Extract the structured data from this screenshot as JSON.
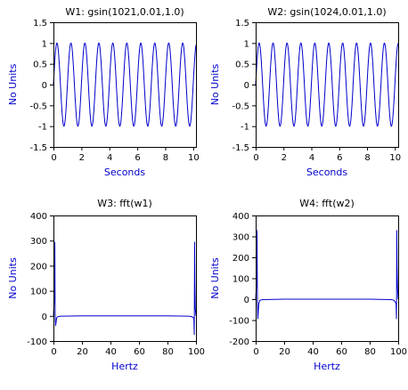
{
  "colors": {
    "series": "#0000cc",
    "axis_label": "#0000cc",
    "frame": "#000000",
    "background": "#ffffff"
  },
  "chart_data": [
    {
      "type": "line",
      "title": "W1: gsin(1021,0.01,1.0)",
      "xlabel": "Seconds",
      "ylabel": "No Units",
      "xlim": [
        0,
        10.2
      ],
      "ylim": [
        -1.5,
        1.5
      ],
      "xticks": [
        "0",
        "2",
        "4",
        "6",
        "8",
        "10"
      ],
      "yticks": [
        "-1.5",
        "-1",
        "-0.5",
        "0",
        "0.5",
        "1",
        "1.5"
      ],
      "grid": false,
      "series": [
        {
          "function": "sine",
          "samples": 1021,
          "dx": 0.01,
          "frequency": 1.0,
          "amplitude": 1.0
        }
      ]
    },
    {
      "type": "line",
      "title": "W2: gsin(1024,0.01,1.0)",
      "xlabel": "Seconds",
      "ylabel": "No Units",
      "xlim": [
        0,
        10.24
      ],
      "ylim": [
        -1.5,
        1.5
      ],
      "xticks": [
        "0",
        "2",
        "4",
        "6",
        "8",
        "10"
      ],
      "yticks": [
        "-1.5",
        "-1",
        "-0.5",
        "0",
        "0.5",
        "1",
        "1.5"
      ],
      "grid": false,
      "series": [
        {
          "function": "sine",
          "samples": 1024,
          "dx": 0.01,
          "frequency": 1.0,
          "amplitude": 1.0
        }
      ]
    },
    {
      "type": "line",
      "title": "W3: fft(w1)",
      "xlabel": "Hertz",
      "ylabel": "No Units",
      "xlim": [
        0,
        100
      ],
      "ylim": [
        -100,
        400
      ],
      "xticks": [
        "0",
        "20",
        "40",
        "60",
        "80",
        "100"
      ],
      "yticks": [
        "-100",
        "0",
        "100",
        "200",
        "300",
        "400"
      ],
      "grid": false,
      "series": [
        {
          "x": [
            0,
            0.5,
            0.8,
            0.98,
            1.2,
            1.5,
            2.2,
            3,
            5,
            20,
            40,
            60,
            80,
            95,
            97,
            98.5,
            98.8,
            99.02,
            99.2,
            99.5,
            100
          ],
          "y": [
            2,
            60,
            155,
            295,
            10,
            -40,
            -8,
            -3,
            -1,
            0,
            0,
            0,
            0,
            -1,
            -3,
            -8,
            -75,
            295,
            140,
            30,
            0
          ]
        }
      ]
    },
    {
      "type": "line",
      "title": "W4: fft(w2)",
      "xlabel": "Hertz",
      "ylabel": "No Units",
      "xlim": [
        0,
        100
      ],
      "ylim": [
        -200,
        400
      ],
      "xticks": [
        "0",
        "20",
        "40",
        "60",
        "80",
        "100"
      ],
      "yticks": [
        "-200",
        "-100",
        "0",
        "100",
        "200",
        "300",
        "400"
      ],
      "grid": false,
      "series": [
        {
          "x": [
            0,
            0.5,
            0.8,
            0.98,
            1.2,
            1.5,
            2.2,
            3,
            5,
            20,
            40,
            60,
            80,
            95,
            97,
            98.5,
            98.8,
            99.02,
            99.2,
            99.5,
            100
          ],
          "y": [
            0,
            60,
            160,
            330,
            10,
            -95,
            -20,
            -5,
            -2,
            0,
            0,
            0,
            0,
            -2,
            -5,
            -20,
            -95,
            330,
            160,
            60,
            0
          ]
        }
      ]
    }
  ]
}
